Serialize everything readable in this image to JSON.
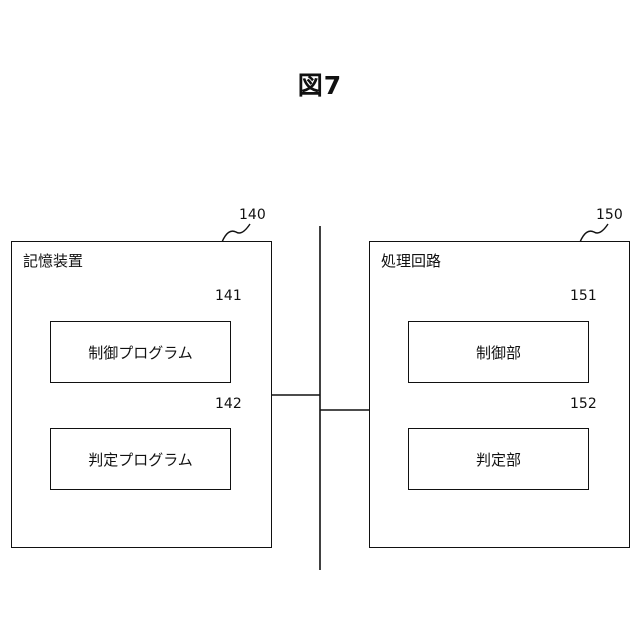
{
  "figure": {
    "title": "図7"
  },
  "storage": {
    "ref": "140",
    "label": "記憶装置",
    "items": [
      {
        "ref": "141",
        "label": "制御プログラム"
      },
      {
        "ref": "142",
        "label": "判定プログラム"
      }
    ]
  },
  "processing": {
    "ref": "150",
    "label": "処理回路",
    "items": [
      {
        "ref": "151",
        "label": "制御部"
      },
      {
        "ref": "152",
        "label": "判定部"
      }
    ]
  }
}
